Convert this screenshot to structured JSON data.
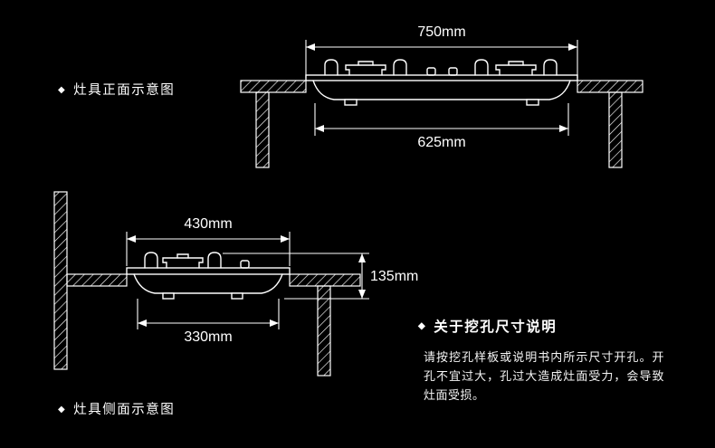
{
  "colors": {
    "background": "#000000",
    "line": "#ffffff",
    "text": "#ffffff"
  },
  "front_view": {
    "bullet": "◆",
    "label": "灶具正面示意图",
    "dim_width_top": "750mm",
    "dim_width_bottom": "625mm"
  },
  "side_view": {
    "bullet": "◆",
    "label": "灶具侧面示意图",
    "dim_width_top": "430mm",
    "dim_width_bottom": "330mm",
    "dim_height": "135mm"
  },
  "note": {
    "bullet": "◆",
    "title": "关于挖孔尺寸说明",
    "body": "请按挖孔样板或说明书内所示尺寸开孔。开孔不宜过大，孔过大造成灶面受力，会导致灶面受损。"
  }
}
